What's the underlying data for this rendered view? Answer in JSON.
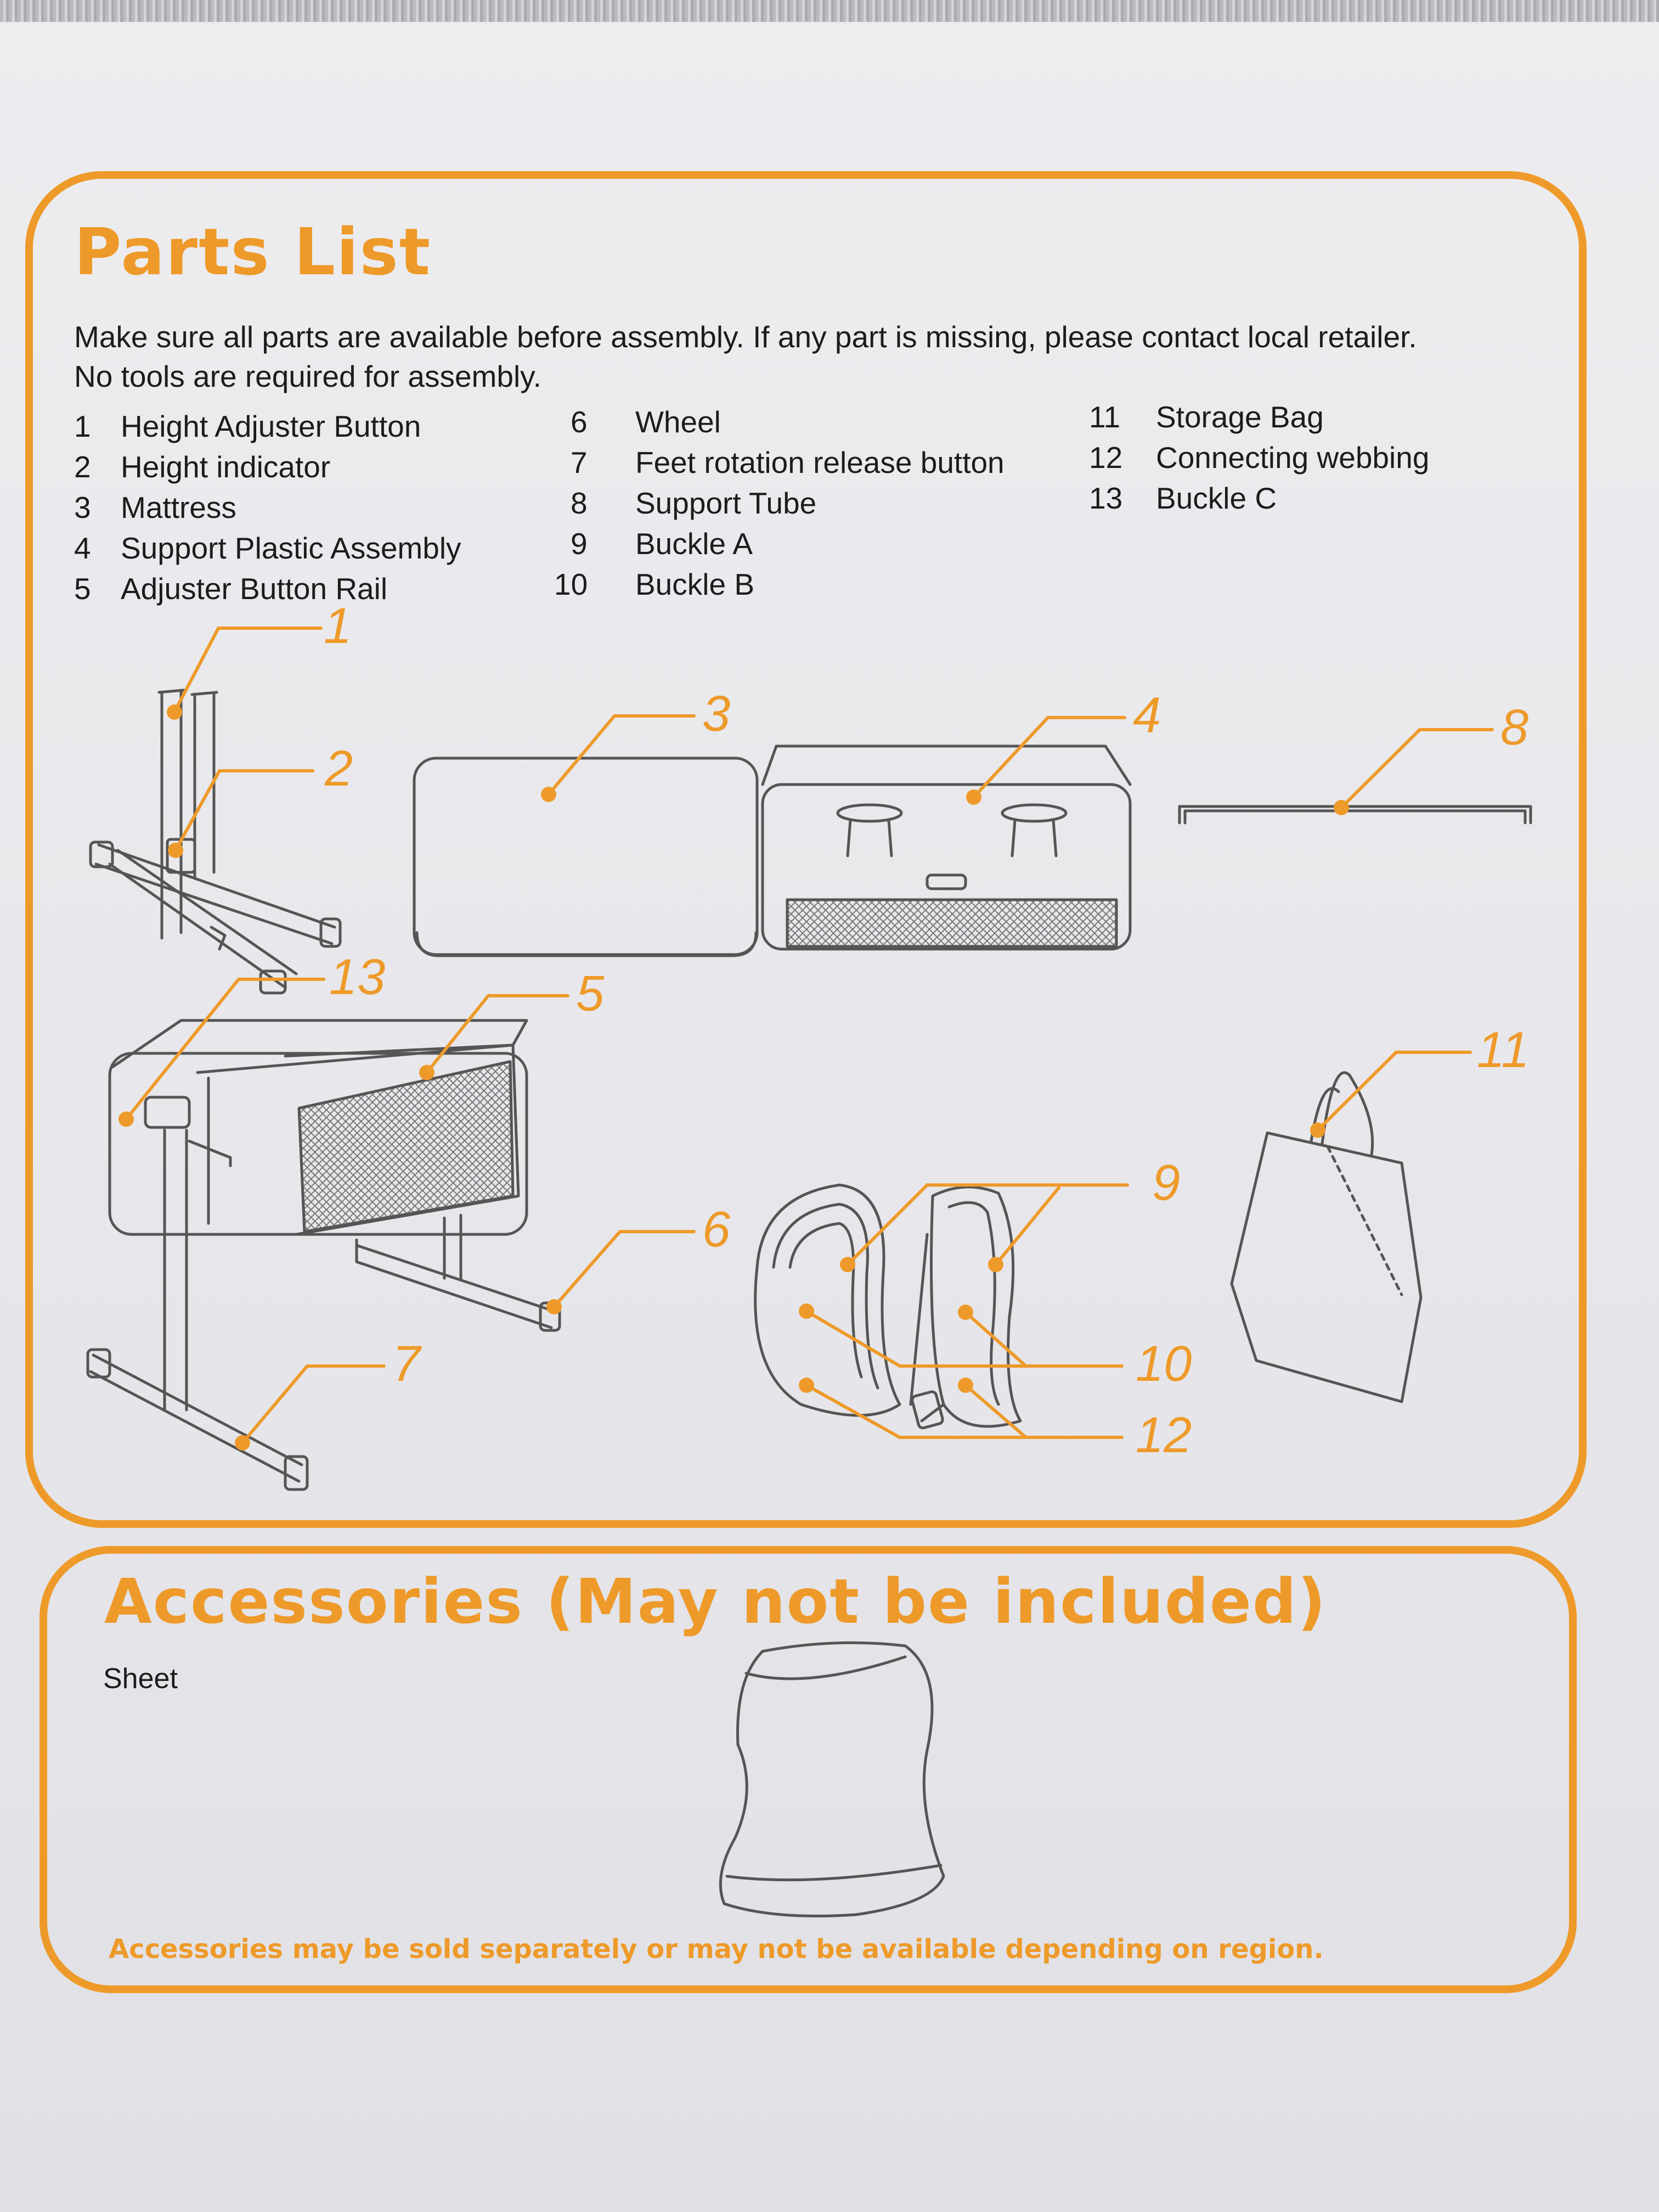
{
  "parts_list": {
    "title": "Parts List",
    "intro_line1": "Make sure all parts are available before assembly. If any part is missing, please contact local retailer.",
    "intro_line2": "No tools are required for assembly.",
    "items": [
      {
        "num": "1",
        "label": "Height Adjuster Button"
      },
      {
        "num": "2",
        "label": "Height indicator"
      },
      {
        "num": "3",
        "label": "Mattress"
      },
      {
        "num": "4",
        "label": "Support Plastic Assembly"
      },
      {
        "num": "5",
        "label": "Adjuster Button Rail"
      },
      {
        "num": "6",
        "label": "Wheel"
      },
      {
        "num": "7",
        "label": "Feet rotation release button"
      },
      {
        "num": "8",
        "label": "Support Tube"
      },
      {
        "num": "9",
        "label": "Buckle A"
      },
      {
        "num": "10",
        "label": "Buckle B"
      },
      {
        "num": "11",
        "label": "Storage Bag"
      },
      {
        "num": "12",
        "label": "Connecting webbing"
      },
      {
        "num": "13",
        "label": "Buckle C"
      }
    ]
  },
  "accessories": {
    "title": "Accessories (May not be included)",
    "sheet_label": "Sheet",
    "note": "Accessories may be sold separately or may not be available depending on region."
  },
  "colors": {
    "accent": "#ee9a2a",
    "text": "#1c1c1c",
    "paper": "#e8e8ec"
  }
}
